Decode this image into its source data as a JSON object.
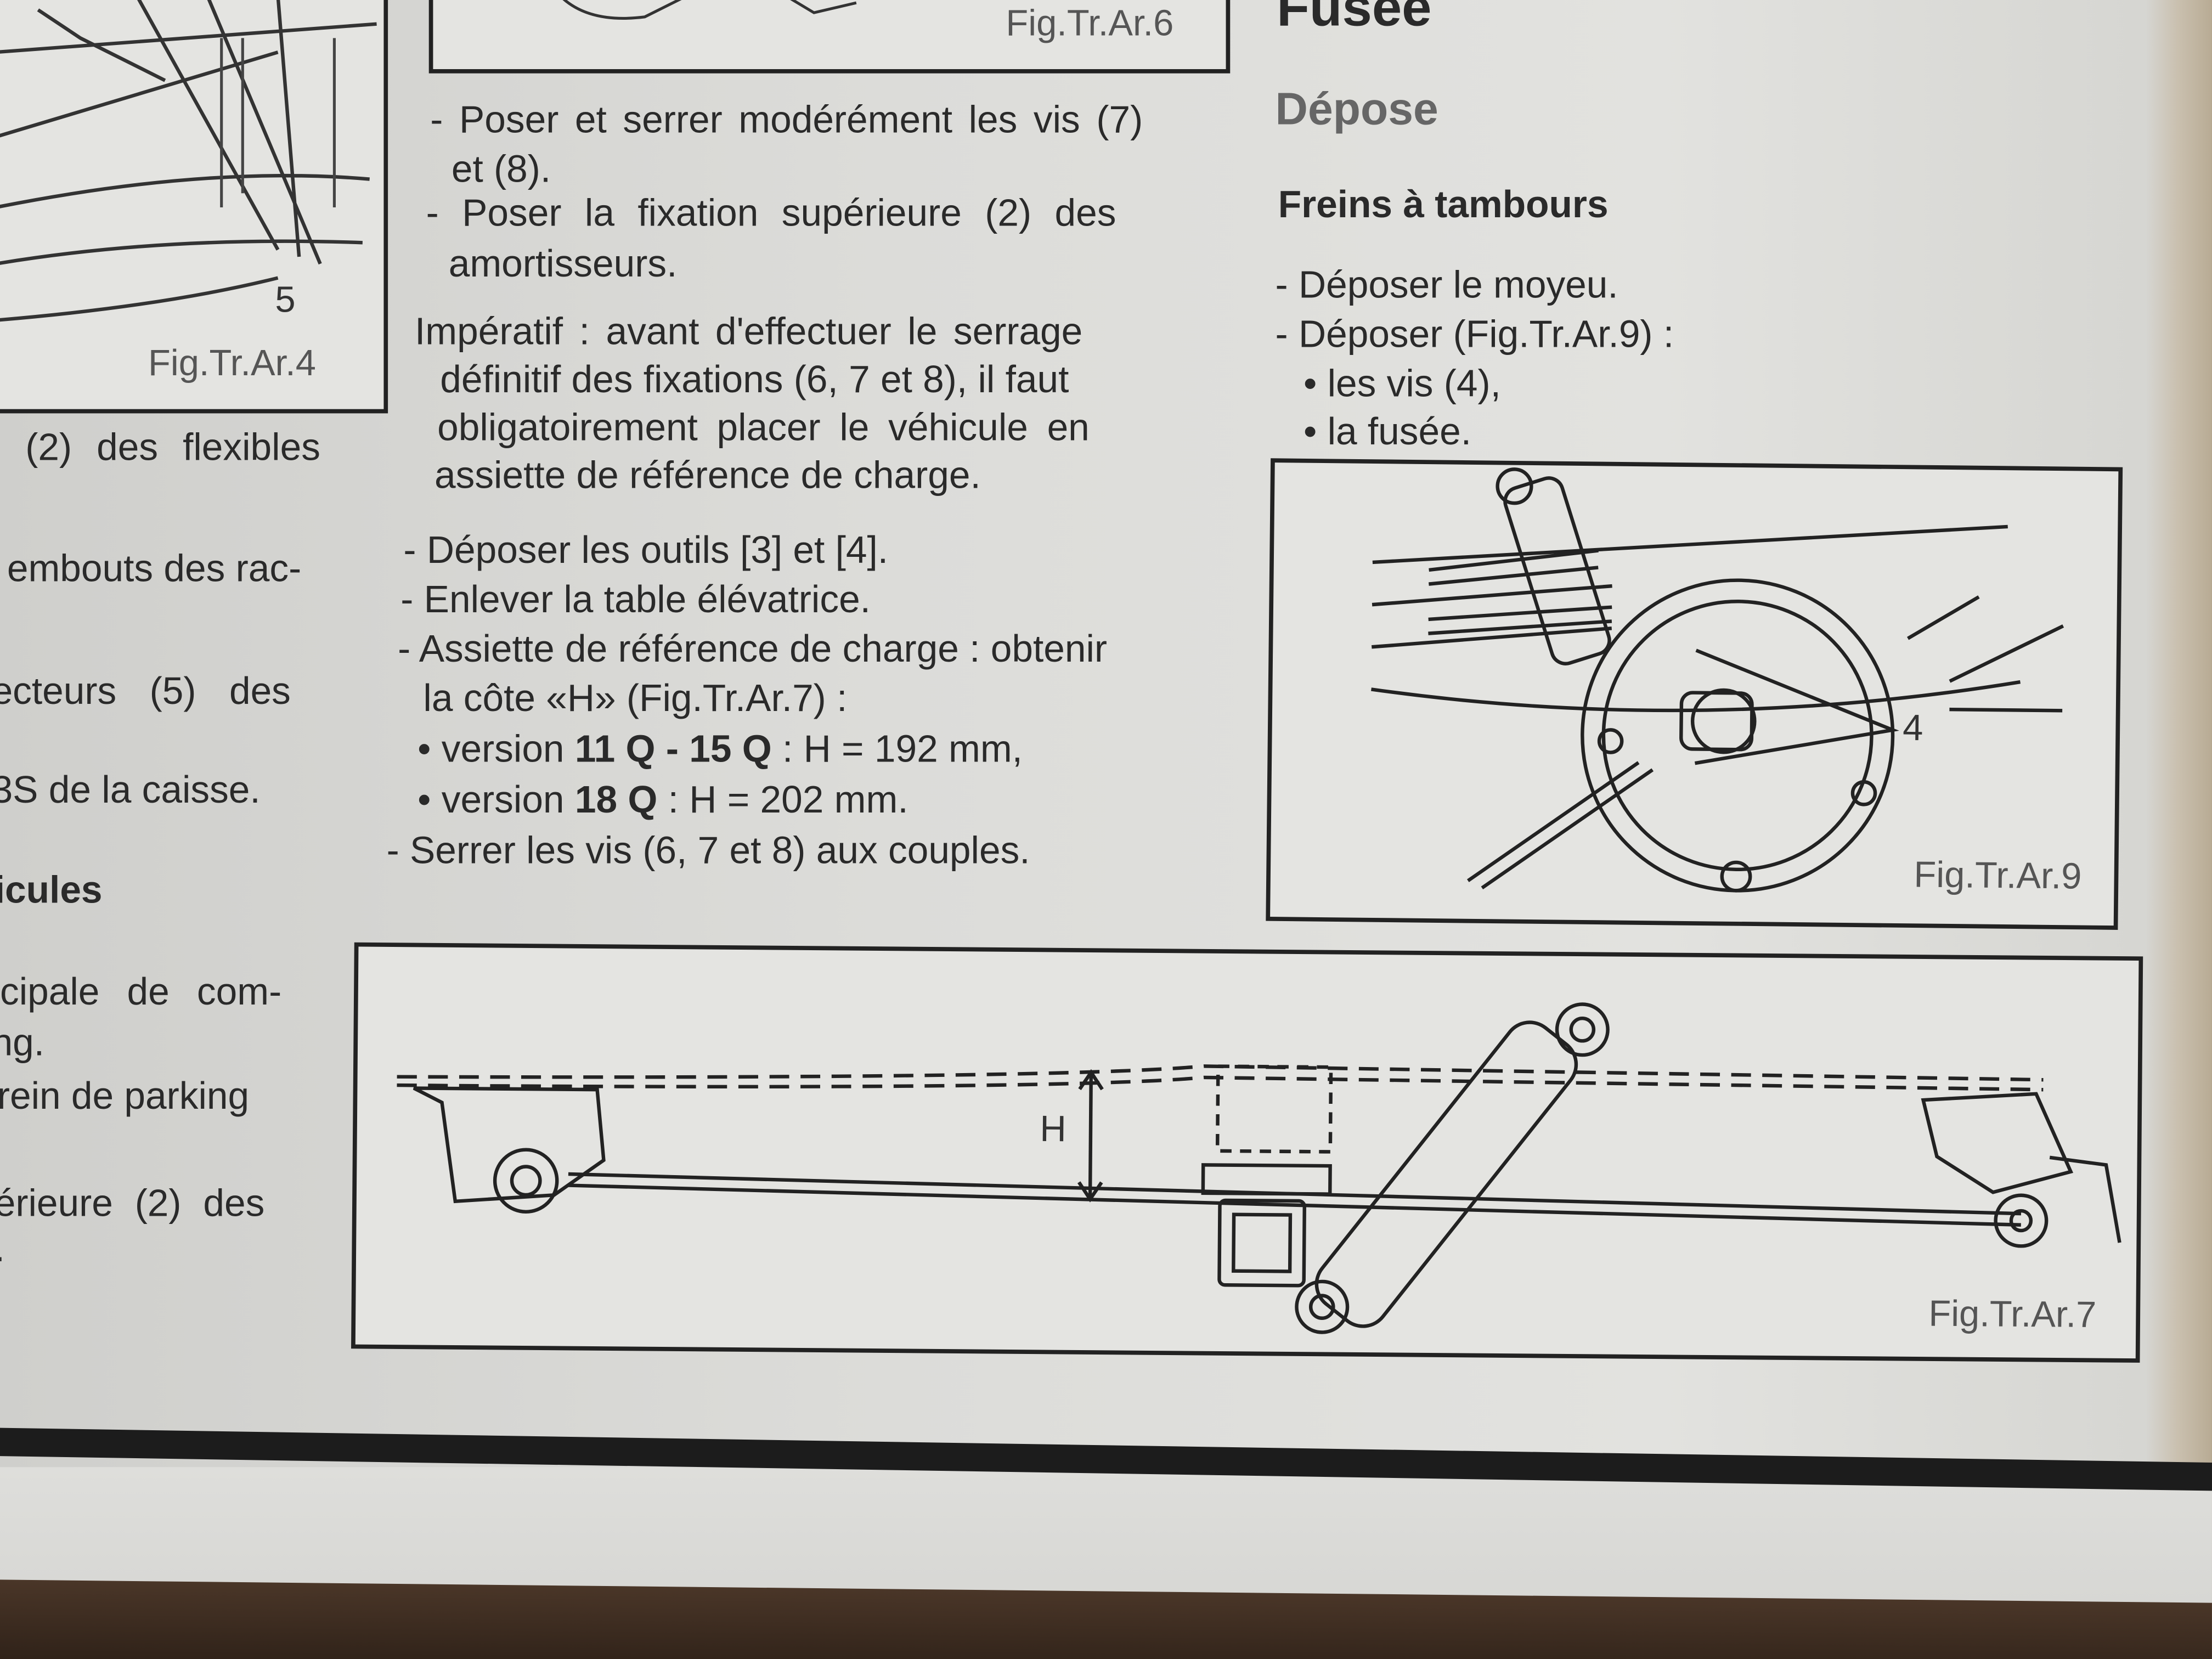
{
  "left_column": {
    "fig4_label": "Fig.Tr.Ar.4",
    "fig4_callout": "5",
    "lines": [
      "(2) des flexibles",
      "embouts des rac-",
      "ecteurs (5) des",
      "3S de la caisse.",
      "icules",
      "cipale de com-",
      "ng.",
      "rein de parking",
      "érieure (2) des",
      "."
    ]
  },
  "middle_column": {
    "fig6_label": "Fig.Tr.Ar.6",
    "lines": [
      "- Poser et serrer modérément les vis (7)",
      "et (8).",
      "- Poser la fixation supérieure (2) des",
      "amortisseurs.",
      "Impératif : avant d'effectuer le serrage",
      "définitif des fixations (6, 7 et 8), il faut",
      "obligatoirement placer le véhicule en",
      "assiette de référence de charge.",
      "- Déposer les outils [3] et [4].",
      "- Enlever la table élévatrice.",
      "- Assiette de référence de charge : obtenir",
      "la côte «H» (Fig.Tr.Ar.7) :"
    ],
    "version1": {
      "prefix": "• version ",
      "bold": "11 Q - 15 Q",
      "suffix": " : H = 192 mm,"
    },
    "version2": {
      "prefix": "• version ",
      "bold": "18 Q",
      "suffix": " : H = 202 mm."
    },
    "last_line": "- Serrer les vis (6, 7 et 8) aux couples."
  },
  "right_column": {
    "title": "Fusée",
    "subtitle": "Dépose",
    "section": "Freins à tambours",
    "lines": [
      "- Déposer le moyeu.",
      "- Déposer (Fig.Tr.Ar.9) :",
      "• les vis (4),",
      "• la fusée."
    ],
    "fig9_label": "Fig.Tr.Ar.9",
    "fig9_callout": "4"
  },
  "fig7": {
    "label": "Fig.Tr.Ar.7",
    "dimension_label": "H"
  }
}
